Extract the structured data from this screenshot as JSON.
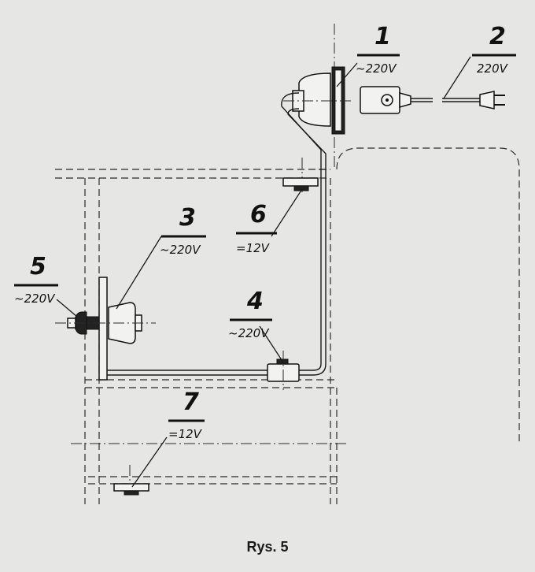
{
  "figure": {
    "caption": "Rys. 5"
  },
  "callouts": [
    {
      "number": "1",
      "voltage": "~220V"
    },
    {
      "number": "2",
      "voltage": "220V"
    },
    {
      "number": "3",
      "voltage": "~220V"
    },
    {
      "number": "4",
      "voltage": "~220V"
    },
    {
      "number": "5",
      "voltage": "~220V"
    },
    {
      "number": "6",
      "voltage": "=12V"
    },
    {
      "number": "7",
      "voltage": "=12V"
    }
  ]
}
